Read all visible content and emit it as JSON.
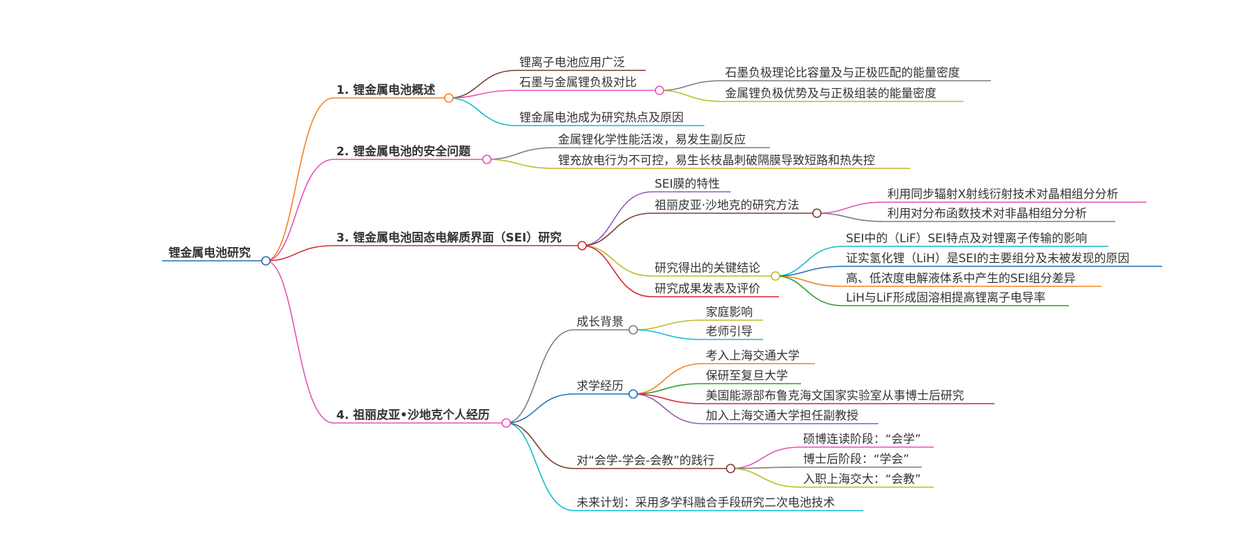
{
  "colors": {
    "orange": "#f4801f",
    "pink": "#e64fb4",
    "red": "#d5232f",
    "blue": "#1f6fb3",
    "gray": "#7c7c7c",
    "brown": "#7a3b2e",
    "cyan": "#14b8c9",
    "olive": "#bcbc22",
    "purple": "#8e5bb8",
    "green": "#2ca02c",
    "text": "#333333"
  },
  "root": {
    "label": "锂金属电池研究",
    "children": [
      {
        "label": "1. 锂金属电池概述",
        "bold": true,
        "color": "orange",
        "children": [
          {
            "label": "锂离子电池应用广泛",
            "color": "brown"
          },
          {
            "label": "石墨与金属锂负极对比",
            "color": "pink",
            "children": [
              {
                "label": "石墨负极理论比容量及与正极匹配的能量密度",
                "color": "gray"
              },
              {
                "label": "金属锂负极优势及与正极组装的能量密度",
                "color": "olive"
              }
            ]
          },
          {
            "label": "锂金属电池成为研究热点及原因",
            "color": "cyan"
          }
        ]
      },
      {
        "label": "2. 锂金属电池的安全问题",
        "bold": true,
        "color": "pink",
        "children": [
          {
            "label": "金属锂化学性能活泼，易发生副反应",
            "color": "gray"
          },
          {
            "label": "锂充放电行为不可控，易生长枝晶刺破隔膜导致短路和热失控",
            "color": "olive"
          }
        ]
      },
      {
        "label": "3. 锂金属电池固态电解质界面（SEI）研究",
        "bold": true,
        "color": "red",
        "children": [
          {
            "label": "SEI膜的特性",
            "color": "purple"
          },
          {
            "label": "祖丽皮亚·沙地克的研究方法",
            "color": "brown",
            "children": [
              {
                "label": "利用同步辐射X射线衍射技术对晶相组分分析",
                "color": "pink"
              },
              {
                "label": "利用对分布函数技术对非晶相组分分析",
                "color": "gray"
              }
            ]
          },
          {
            "label": "研究得出的关键结论",
            "color": "olive",
            "children": [
              {
                "label": "SEI中的（LiF）SEI特点及对锂离子传输的影响",
                "color": "cyan"
              },
              {
                "label": "证实氢化锂（LiH）是SEI的主要组分及未被发现的原因",
                "color": "blue"
              },
              {
                "label": "高、低浓度电解液体系中产生的SEI组分差异",
                "color": "orange"
              },
              {
                "label": "LiH与LiF形成固溶相提高锂离子电导率",
                "color": "green"
              }
            ]
          },
          {
            "label": "研究成果发表及评价",
            "color": "red"
          }
        ]
      },
      {
        "label": "4. 祖丽皮亚•沙地克个人经历",
        "bold": true,
        "color": "pink",
        "children": [
          {
            "label": "成长背景",
            "color": "gray",
            "children": [
              {
                "label": "家庭影响",
                "color": "olive"
              },
              {
                "label": "老师引导",
                "color": "cyan"
              }
            ]
          },
          {
            "label": "求学经历",
            "color": "blue",
            "children": [
              {
                "label": "考入上海交通大学",
                "color": "orange"
              },
              {
                "label": "保研至复旦大学",
                "color": "green"
              },
              {
                "label": "美国能源部布鲁克海文国家实验室从事博士后研究",
                "color": "red"
              },
              {
                "label": "加入上海交通大学担任副教授",
                "color": "purple"
              }
            ]
          },
          {
            "label": "对“会学-学会-会教”的践行",
            "color": "brown",
            "children": [
              {
                "label": "硕博连读阶段：“会学”",
                "color": "pink"
              },
              {
                "label": "博士后阶段：“学会”",
                "color": "gray"
              },
              {
                "label": "入职上海交大：“会教”",
                "color": "olive"
              }
            ]
          },
          {
            "label": "未来计划：采用多学科融合手段研究二次电池技术",
            "color": "cyan"
          }
        ]
      }
    ]
  }
}
